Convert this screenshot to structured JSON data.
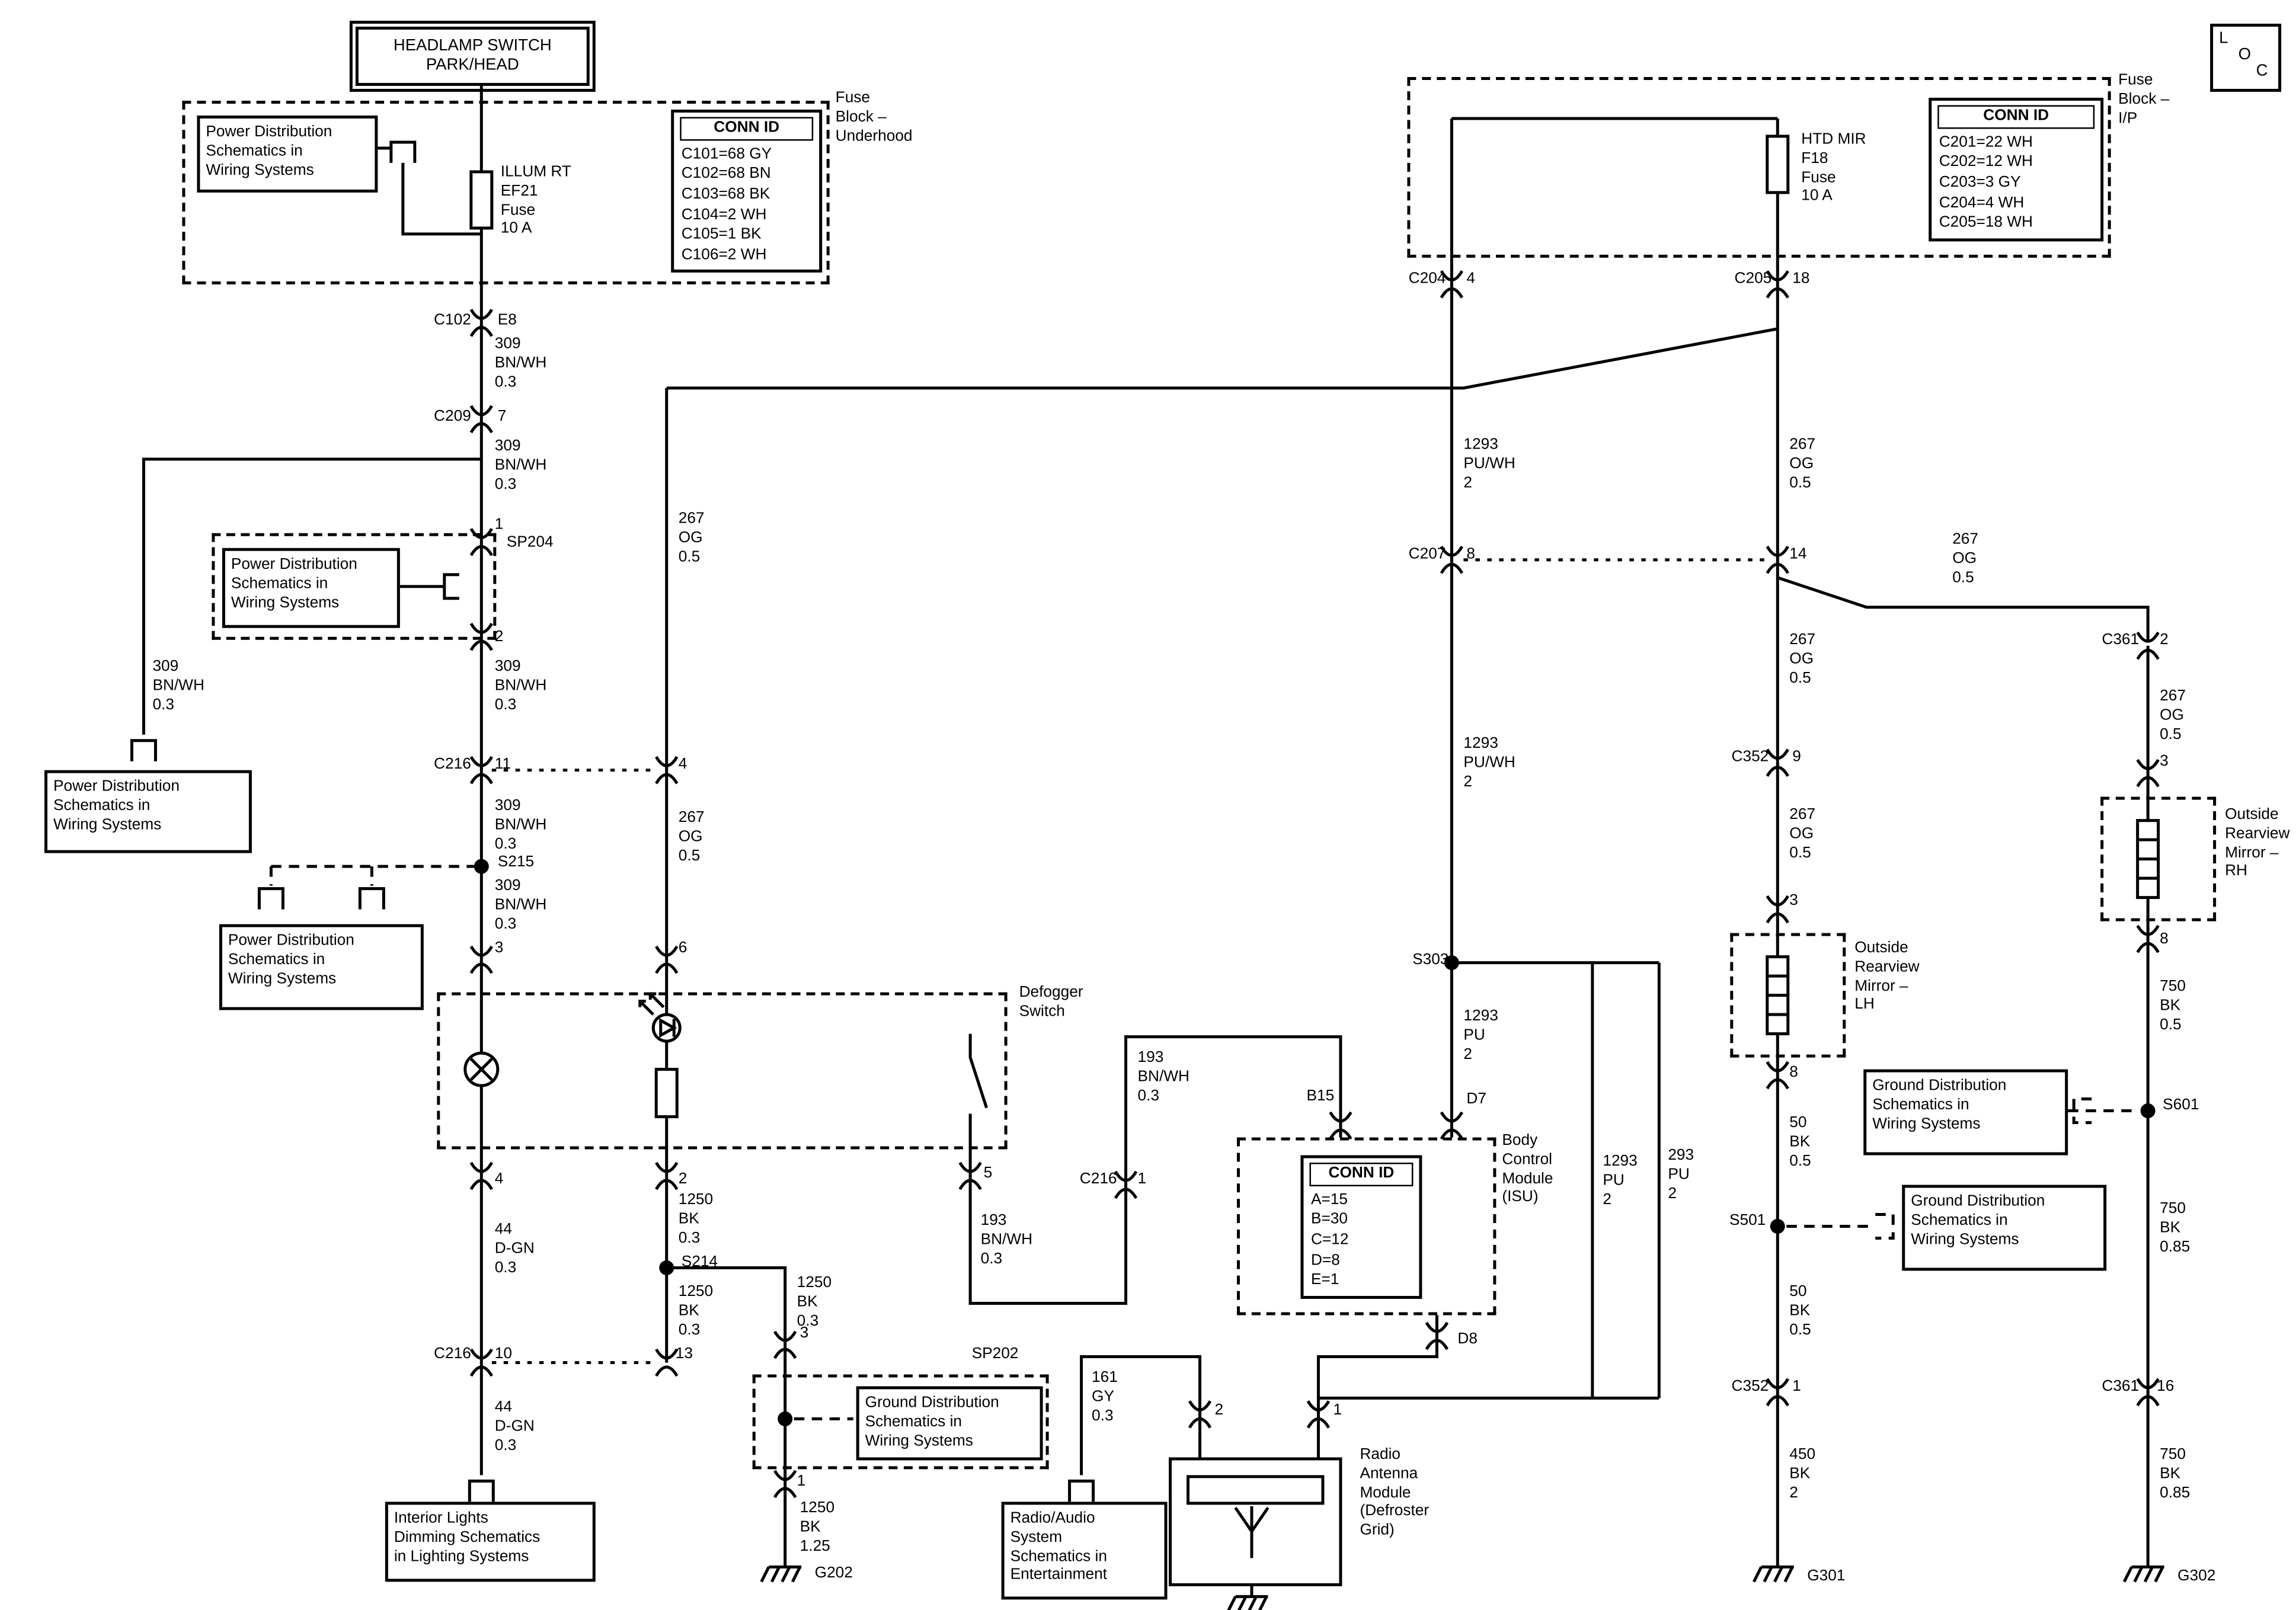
{
  "loc": {
    "l": "L",
    "o": "O",
    "c": "C"
  },
  "boxes": {
    "headlamp_switch": "HEADLAMP SWITCH\nPARK/HEAD",
    "power_dist": "Power Distribution\nSchematics in\nWiring Systems",
    "ground_dist": "Ground Distribution\nSchematics in\nWiring Systems",
    "interior_lights": "Interior Lights\nDimming Schematics\nin Lighting Systems",
    "radio_audio": "Radio/Audio\nSystem\nSchematics in\nEntertainment",
    "defogger_switch": "Defogger\nSwitch",
    "mirror_lh": "Outside\nRearview\nMirror –\nLH",
    "mirror_rh": "Outside\nRearview\nMirror –\nRH",
    "bcm": "Body\nControl\nModule\n(ISU)",
    "antenna_module": "Radio\nAntenna\nModule\n(Defroster\nGrid)",
    "fuse_block_underhood": "Fuse\nBlock –\nUnderhood",
    "fuse_block_ip": "Fuse\nBlock –\nI/P",
    "fuse_illum": "ILLUM RT\nEF21\nFuse\n10 A",
    "fuse_htd_mir": "HTD MIR\nF18\nFuse\n10 A"
  },
  "conn_tables": {
    "underhood": {
      "header": "CONN ID",
      "rows": [
        "C101=68 GY",
        "C102=68 BN",
        "C103=68 BK",
        "C104=2 WH",
        "C105=1 BK",
        "C106=2 WH"
      ]
    },
    "ip": {
      "header": "CONN ID",
      "rows": [
        "C201=22 WH",
        "C202=12 WH",
        "C203=3 GY",
        "C204=4 WH",
        "C205=18 WH"
      ]
    },
    "bcm": {
      "header": "CONN ID",
      "rows": [
        "A=15",
        "B=30",
        "C=12",
        "D=8",
        "E=1"
      ]
    }
  },
  "wires": {
    "w309": "309\nBN/WH\n0.3",
    "w267": "267\nOG\n0.5",
    "w1293pw": "1293\nPU/WH\n2",
    "w1293p": "1293\nPU\n2",
    "w293": "293\nPU\n2",
    "w193": "193\nBN/WH\n0.3",
    "w44": "44\nD-GN\n0.3",
    "w1250a": "1250\nBK\n0.3",
    "w1250b": "1250\nBK\n1.25",
    "w450": "450\nBK\n2",
    "w50": "50\nBK\n0.5",
    "w750a": "750\nBK\n0.5",
    "w750b": "750\nBK\n0.85",
    "w161": "161\nGY\n0.3"
  },
  "labels": {
    "c102": "C102",
    "e8": "E8",
    "c209": "C209",
    "n1": "1",
    "n2": "2",
    "n3": "3",
    "n4": "4",
    "n5": "5",
    "n6": "6",
    "n7": "7",
    "n8": "8",
    "n9": "9",
    "n10": "10",
    "n11": "11",
    "n13": "13",
    "n14": "14",
    "n16": "16",
    "n18": "18",
    "sp204": "SP204",
    "sp202": "SP202",
    "s215": "S215",
    "s214": "S214",
    "s303": "S303",
    "s501": "S501",
    "s601": "S601",
    "c216": "C216",
    "c204": "C204",
    "c205": "C205",
    "c207": "C207",
    "c352": "C352",
    "c361": "C361",
    "b15": "B15",
    "d7": "D7",
    "d8": "D8",
    "g202": "G202",
    "g301": "G301",
    "g302": "G302"
  }
}
